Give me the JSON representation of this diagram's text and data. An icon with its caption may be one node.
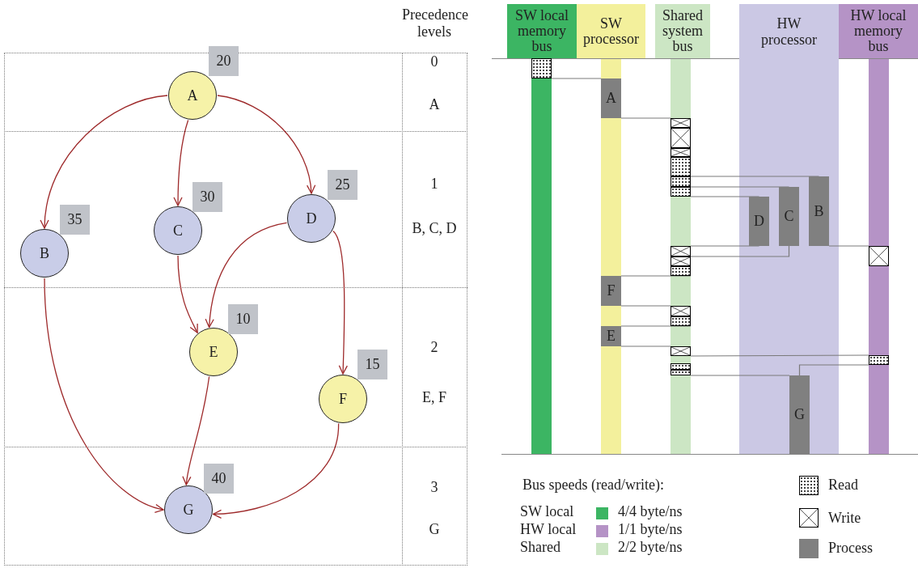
{
  "diagram": {
    "nodes": [
      {
        "text": [
          "A"
        ],
        "beside": [
          "20"
        ]
      },
      {
        "text": [
          "B"
        ],
        "beside": [
          "35"
        ]
      },
      {
        "text": [
          "C"
        ],
        "beside": [
          "30"
        ]
      },
      {
        "text": [
          "D"
        ],
        "beside": [
          "25"
        ]
      },
      {
        "text": [
          "E"
        ],
        "beside": [
          "10"
        ]
      },
      {
        "text": [
          "F"
        ],
        "beside": [
          "15"
        ]
      },
      {
        "text": [
          "G"
        ],
        "beside": [
          "40"
        ]
      },
      {
        "text": [
          "SW local memory bus"
        ]
      },
      {
        "text": [
          "SW processor"
        ]
      },
      {
        "text": [
          "Shared system bus"
        ]
      },
      {
        "text": [
          "HW processor"
        ]
      },
      {
        "text": [
          "HW local memory bus"
        ]
      },
      {
        "text": [],
        "shape": "box"
      },
      {
        "text": [
          "A"
        ]
      },
      {
        "text": [],
        "shape": "box"
      },
      {
        "text": [],
        "shape": "box"
      },
      {
        "text": [],
        "shape": "box"
      },
      {
        "text": [],
        "shape": "box"
      },
      {
        "text": [],
        "shape": "box"
      },
      {
        "text": [],
        "shape": "box"
      },
      {
        "text": [
          "D"
        ],
        "in": 10
      },
      {
        "text": [
          "C"
        ],
        "in": 10
      },
      {
        "text": [
          "B"
        ],
        "in": 10
      },
      {
        "text": [],
        "shape": "box"
      },
      {
        "text": [],
        "shape": "box"
      },
      {
        "text": [],
        "shape": "box"
      },
      {
        "text": [],
        "shape": "box"
      },
      {
        "text": [
          "F"
        ]
      },
      {
        "text": [],
        "shape": "box"
      },
      {
        "text": [],
        "shape": "box"
      },
      {
        "text": [
          "E"
        ]
      },
      {
        "text": [],
        "shape": "box"
      },
      {
        "text": [],
        "shape": "box"
      },
      {
        "text": [],
        "shape": "box"
      },
      {
        "text": [],
        "shape": "box"
      },
      {
        "text": [
          "G"
        ],
        "in": 10
      }
    ],
    "edges": [
      {
        "from": 0,
        "to": 1,
        "arrow": "to",
        "color": "#9e2a2b"
      },
      {
        "from": 0,
        "to": 2,
        "arrow": "to",
        "color": "#9e2a2b"
      },
      {
        "from": 0,
        "to": 3,
        "arrow": "to",
        "color": "#9e2a2b"
      },
      {
        "from": 1,
        "to": 6,
        "arrow": "to",
        "color": "#9e2a2b"
      },
      {
        "from": 2,
        "to": 4,
        "arrow": "to",
        "color": "#9e2a2b"
      },
      {
        "from": 3,
        "to": 4,
        "arrow": "to",
        "color": "#9e2a2b"
      },
      {
        "from": 3,
        "to": 5,
        "arrow": "to",
        "color": "#9e2a2b"
      },
      {
        "from": 4,
        "to": 6,
        "arrow": "to",
        "color": "#9e2a2b"
      },
      {
        "from": 5,
        "to": 6,
        "arrow": "to",
        "color": "#9e2a2b"
      },
      {
        "from": 12,
        "to": 13,
        "arrow": "none"
      },
      {
        "from": 13,
        "to": 14,
        "arrow": "none"
      },
      {
        "from": 17,
        "to": 22,
        "arrow": "none"
      },
      {
        "from": 18,
        "to": 21,
        "arrow": "none"
      },
      {
        "from": 19,
        "to": 20,
        "arrow": "none"
      },
      {
        "from": 20,
        "to": 23,
        "arrow": "none"
      },
      {
        "from": 21,
        "to": 24,
        "arrow": "none"
      },
      {
        "from": 22,
        "to": 26,
        "arrow": "none"
      },
      {
        "from": 25,
        "to": 27,
        "arrow": "none"
      },
      {
        "from": 27,
        "to": 28,
        "arrow": "none"
      },
      {
        "from": 29,
        "to": 30,
        "arrow": "none"
      },
      {
        "from": 30,
        "to": 31,
        "arrow": "none"
      },
      {
        "from": 31,
        "to": 32,
        "arrow": "none"
      },
      {
        "from": 32,
        "to": 35,
        "arrow": "none"
      },
      {
        "from": 34,
        "to": 35,
        "arrow": "none"
      }
    ],
    "labels": [
      "Precedence levels",
      "0",
      "A",
      "1",
      "B, C, D",
      "2",
      "E, F",
      "3",
      "G",
      "Bus speeds (read/write):",
      "SW local",
      "HW local",
      "Shared"
    ],
    "legend": [
      {
        "text": "4/4 byte/ns",
        "color": "#3cb563"
      },
      {
        "text": "1/1 byte/ns",
        "color": "#b593c6"
      },
      {
        "text": "2/2 byte/ns",
        "color": "#cce6c4"
      },
      {
        "text": "Read"
      },
      {
        "text": "Write"
      },
      {
        "text": "Process",
        "color": "#808080"
      }
    ]
  }
}
